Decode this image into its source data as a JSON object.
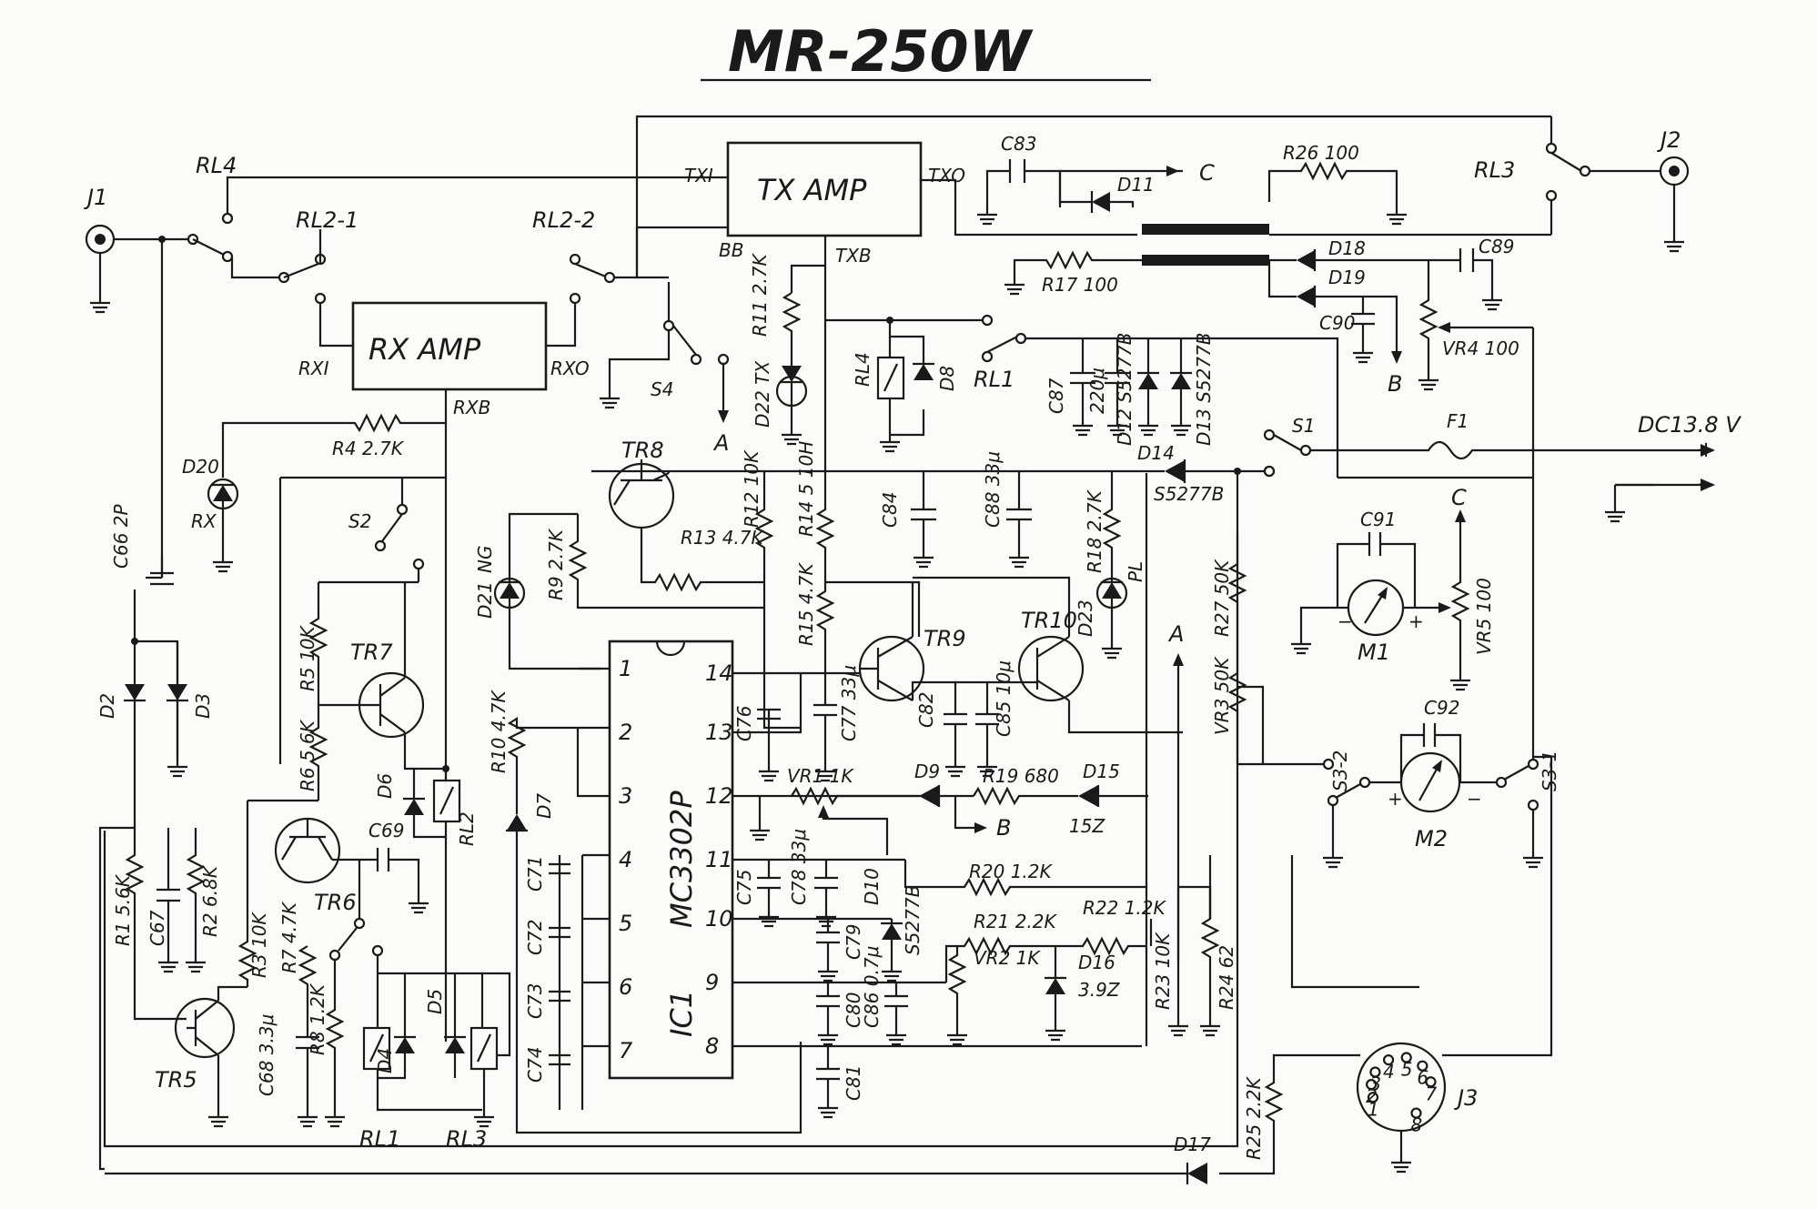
{
  "title": "MR-250W",
  "blocks": {
    "tx_amp": "TX AMP",
    "rx_amp": "RX AMP",
    "ic": "IC1",
    "ic_part": "MC3302P"
  },
  "ic_pins": [
    "1",
    "2",
    "3",
    "4",
    "5",
    "6",
    "7",
    "8",
    "9",
    "10",
    "11",
    "12",
    "13",
    "14"
  ],
  "port_labels": {
    "txi": "TXI",
    "txo": "TXO",
    "bb": "BB",
    "txb": "TXB",
    "rxi": "RXI",
    "rxo": "RXO",
    "rxb": "RXB"
  },
  "jacks": {
    "j1": "J1",
    "j2": "J2",
    "j3": "J3"
  },
  "power": {
    "label": "DC13.8 V",
    "plus": "+",
    "minus": "−"
  },
  "relays": {
    "rl4_top": "RL4",
    "rl2_1": "RL2-1",
    "rl2_2": "RL2-2",
    "rl3_top": "RL3",
    "rl1_contact": "RL1",
    "rl4_coil": "RL4",
    "rl2_coil": "RL2",
    "rl1_coil": "RL1",
    "rl3_coil": "RL3"
  },
  "switches": {
    "s1": "S1",
    "s2": "S2",
    "s4": "S4",
    "s3_1": "S3-1",
    "s3_2": "S3-2",
    "f1": "F1"
  },
  "transistors": {
    "tr5": "TR5",
    "tr6": "TR6",
    "tr7": "TR7",
    "tr8": "TR8",
    "tr9": "TR9",
    "tr10": "TR10"
  },
  "meters": {
    "m1": "M1",
    "m2": "M2",
    "m_plus": "+",
    "m_minus": "−"
  },
  "resistors": {
    "r1": "R1 5.6K",
    "r2": "R2 6.8K",
    "r3": "R3 10K",
    "r4": "R4 2.7K",
    "r5": "R5 10K",
    "r6": "R6 5.6K",
    "r7": "R7 4.7K",
    "r8": "R8 1.2K",
    "r9": "R9 2.7K",
    "r10": "R10 4.7K",
    "r11": "R11 2.7K",
    "r12": "R12 10K",
    "r13": "R13 4.7K",
    "r14": "R14 5 10H",
    "r15": "R15 4.7K",
    "r17": "R17 100",
    "r18": "R18 2.7K",
    "r19": "R19 680",
    "r20": "R20 1.2K",
    "r21": "R21 2.2K",
    "r22": "R22 1.2K",
    "r23": "R23 10K",
    "r24": "R24 62",
    "r25": "R25 2.2K",
    "r26": "R26 100",
    "r27": "R27 50K",
    "vr1": "VR1 1K",
    "vr2": "VR2 1K",
    "vr3": "VR3 50K",
    "vr4": "VR4 100",
    "vr5": "VR5 100"
  },
  "capacitors": {
    "c66": "C66 2P",
    "c67": "C67",
    "c68": "C68 3.3μ",
    "c69": "C69",
    "c71": "C71",
    "c72": "C72",
    "c73": "C73",
    "c74": "C74",
    "c75": "C75",
    "c76": "C76",
    "c77": "C77 33μ",
    "c78": "C78 33μ",
    "c79": "C79",
    "c80": "C80",
    "c81": "C81",
    "c82": "C82",
    "c83": "C83",
    "c84": "C84",
    "c85": "C85 10μ",
    "c86": "C86 0.7μ",
    "c87": "C87",
    "c88": "C88 33μ",
    "c89": "C89",
    "c90": "C90",
    "c91": "C91",
    "c92": "C92",
    "c220": "220μ"
  },
  "diodes": {
    "d2": "D2",
    "d3": "D3",
    "d4": "D4",
    "d5": "D5",
    "d6": "D6",
    "d7": "D7",
    "d8": "D8",
    "d9": "D9",
    "d10": "D10",
    "d10_part": "S5277B",
    "d11": "D11",
    "d12": "D12 S5277B",
    "d13": "D13 S5277B",
    "d14": "D14",
    "d14_part": "S5277B",
    "d15": "D15",
    "d15_part": "15Z",
    "d16": "D16",
    "d16_part": "3.9Z",
    "d17": "D17",
    "d18": "D18",
    "d19": "D19",
    "d20": "D20",
    "d20_tag": "RX",
    "d21": "D21",
    "d21_tag": "NG",
    "d22": "D22 TX",
    "d23": "D23",
    "d23_tag": "PL"
  },
  "nets": {
    "a1": "A",
    "a2": "A",
    "b1": "B",
    "b2": "B",
    "c1": "C",
    "c2": "C"
  },
  "j3_pins": [
    "1",
    "2",
    "3",
    "4",
    "5",
    "6",
    "7",
    "8"
  ],
  "colors": {
    "ink": "#1a1a1a",
    "paper": "#fbfbfa"
  }
}
